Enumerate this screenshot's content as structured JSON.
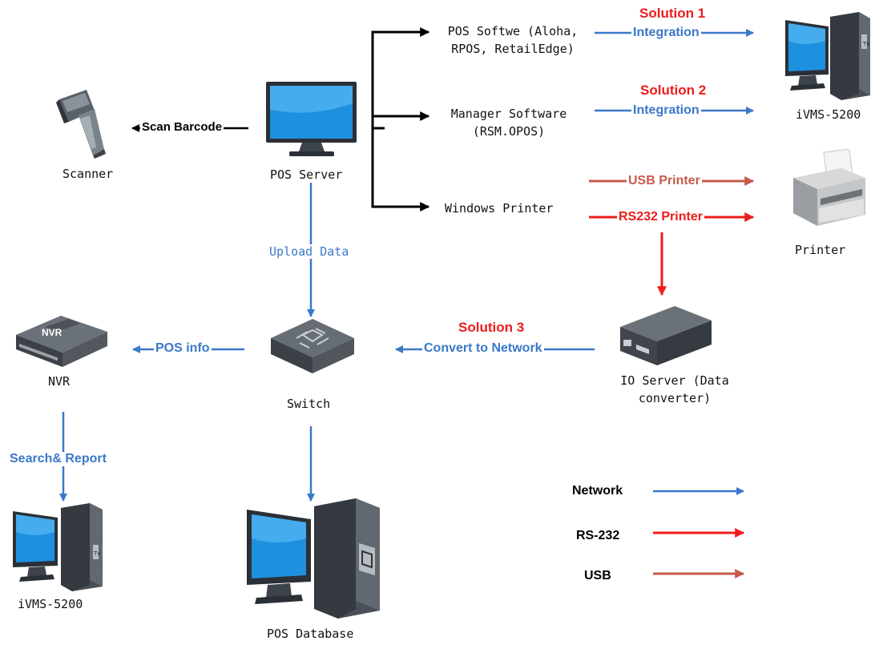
{
  "nodes": {
    "scanner": "Scanner",
    "pos_server": "POS Server",
    "pos_software_line1": "POS Softwe (Aloha,",
    "pos_software_line2": "RPOS, RetailEdge)",
    "manager_software_line1": "Manager Software",
    "manager_software_line2": "(RSM.OPOS)",
    "windows_printer": "Windows Printer",
    "ivms_top": "iVMS-5200",
    "printer": "Printer",
    "nvr": "NVR",
    "switch": "Switch",
    "io_server_line1": "IO Server (Data",
    "io_server_line2": "converter)",
    "ivms_bottom": "iVMS-5200",
    "pos_database": "POS Database",
    "nvr_badge": "NVR",
    "tv_badge": "TV"
  },
  "edges": {
    "scan_barcode": "Scan Barcode",
    "upload_data": "Upload Data",
    "pos_info": "POS info",
    "convert_to_network": "Convert to Network",
    "search_report": "Search& Report",
    "integration_1": "Integration",
    "integration_2": "Integration",
    "usb_printer": "USB Printer",
    "rs232_printer": "RS232 Printer"
  },
  "solutions": {
    "s1": "Solution 1",
    "s2": "Solution 2",
    "s3": "Solution 3"
  },
  "legend": [
    {
      "label": "Network",
      "color": "#3a78c9"
    },
    {
      "label": "RS-232",
      "color": "#ee1c1c"
    },
    {
      "label": "USB",
      "color": "#c55a4d"
    }
  ],
  "colors": {
    "network": "#3a78c9",
    "rs232": "#ee1c1c",
    "usb": "#c55a4d",
    "black_line": "#000000"
  }
}
